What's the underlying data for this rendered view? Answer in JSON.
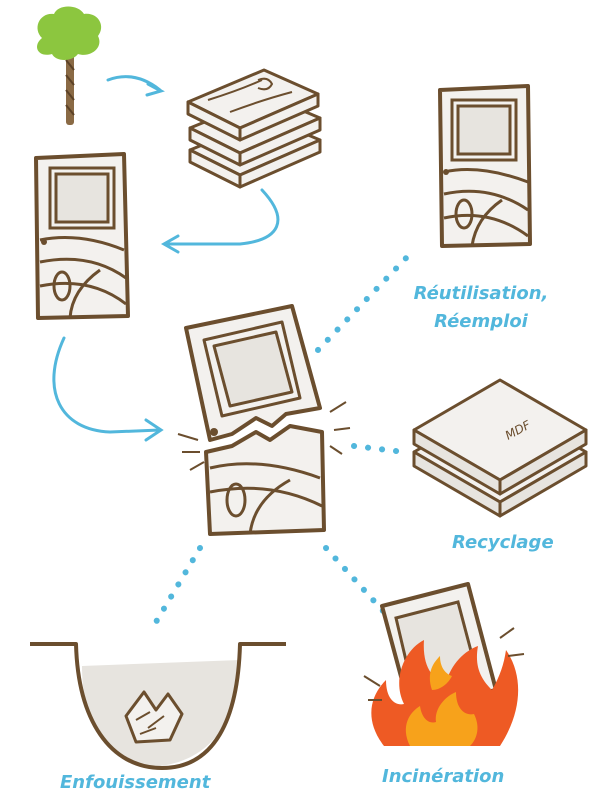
{
  "labels": {
    "reuse_line1": "Réutilisation,",
    "reuse_line2": "Réemploi",
    "recycling": "Recyclage",
    "landfill": "Enfouissement",
    "incineration": "Incinération",
    "mdf": "MDF"
  },
  "colors": {
    "accent": "#52b7dc",
    "wood": "#6b4e2e",
    "panel_fill": "#f3f1ee",
    "leaf": "#8cc63f",
    "flame_outer": "#ee5a24",
    "flame_inner": "#f7a21b"
  },
  "icons": [
    "tree-icon",
    "planks-icon",
    "door-icon",
    "broken-door-icon",
    "mdf-boards-icon",
    "landfill-icon",
    "fire-icon"
  ]
}
